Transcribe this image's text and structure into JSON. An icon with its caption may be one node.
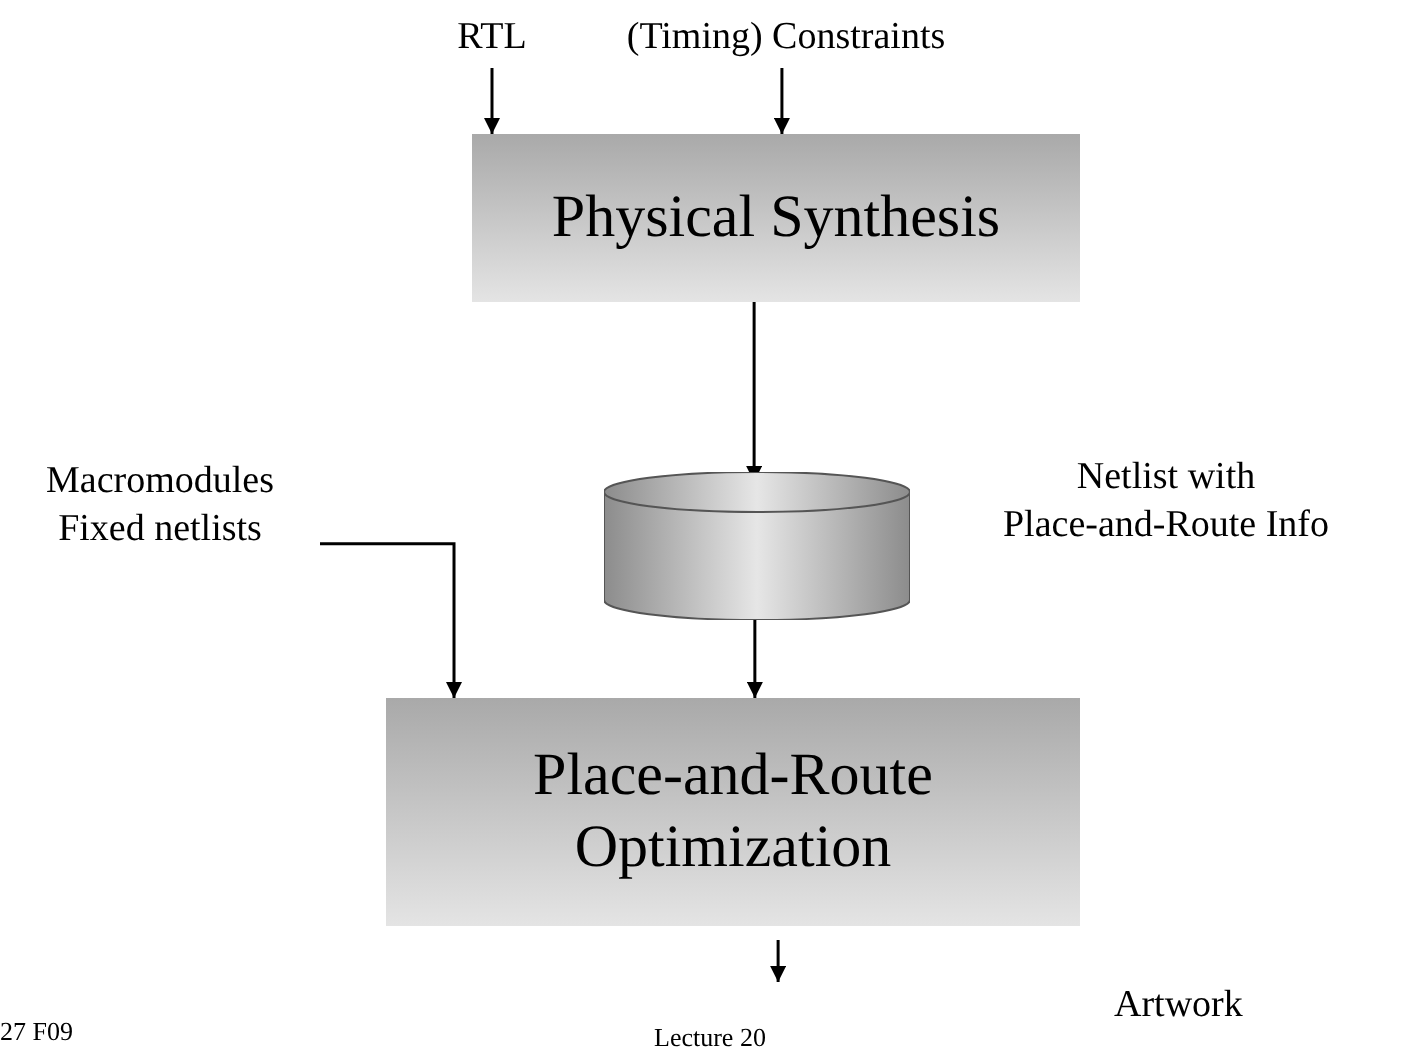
{
  "diagram": {
    "nodes": [
      {
        "text": [
          "RTL"
        ]
      },
      {
        "text": [
          "(Timing) Constraints"
        ]
      },
      {
        "text": [
          "Physical Synthesis"
        ]
      },
      {
        "text": [],
        "shape": "cylinder",
        "beside": [
          "Netlist with Place-and-Route Info"
        ]
      },
      {
        "text": [
          "Macromodules Fixed netlists"
        ]
      },
      {
        "text": [
          "Place-and-Route Optimization"
        ]
      }
    ],
    "edges": [
      {
        "from": 0,
        "to": 2,
        "arrow": "to"
      },
      {
        "from": 1,
        "to": 2,
        "arrow": "to"
      },
      {
        "from": 2,
        "to": 3,
        "arrow": "to"
      },
      {
        "from": 4,
        "to": 5,
        "arrow": "to"
      },
      {
        "from": 3,
        "to": 5,
        "arrow": "to"
      },
      {
        "from": 5,
        "to": null,
        "arrow": "to"
      }
    ],
    "labels": [
      "Artwork",
      "27 F09",
      "Lecture 20"
    ]
  }
}
